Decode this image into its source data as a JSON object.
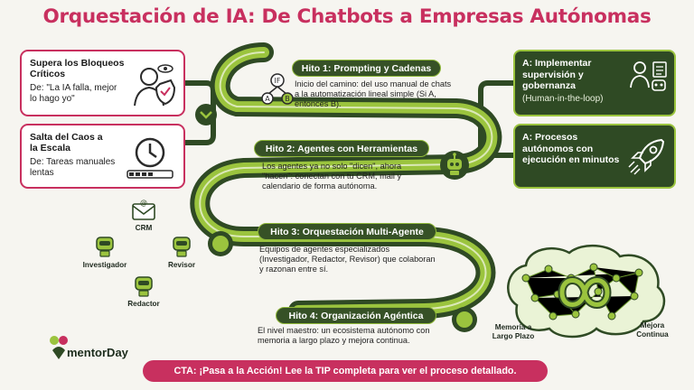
{
  "title": "Orquestación de IA: De Chatbots a Empresas Autónomas",
  "left_cards": [
    {
      "title": "Supera los Bloqueos Críticos",
      "text": "De: \"La IA falla, mejor lo hago yo\""
    },
    {
      "title": "Salta del Caos a la Escala",
      "text": "De: Tareas manuales lentas"
    }
  ],
  "right_cards": [
    {
      "title": "A: Implementar supervisión y gobernanza",
      "subtitle": "(Human-in-the-loop)"
    },
    {
      "title": "A: Procesos autónomos con ejecución en minutos"
    }
  ],
  "milestones": [
    {
      "label": "Hito 1: Prompting y Cadenas",
      "text": "Inicio del camino: del uso manual de chats a la automatización lineal simple (Si A, entonces B)."
    },
    {
      "label": "Hito 2: Agentes con Herramientas",
      "text": "Los agentes ya no solo \"dicen\", ahora \"hacen\": conectan con tu CRM, mail y calendario de forma autónoma."
    },
    {
      "label": "Hito 3: Orquestación Multi-Agente",
      "text": "Equipos de agentes especializados (Investigador, Redactor, Revisor) que colaboran y razonan entre sí."
    },
    {
      "label": "Hito 4: Organización Agéntica",
      "text": "El nivel maestro: un ecosistema autónomo con memoria a largo plazo y mejora continua."
    }
  ],
  "agents": {
    "crm": "CRM",
    "investigador": "Investigador",
    "revisor": "Revisor",
    "redactor": "Redactor"
  },
  "brain": {
    "memory": "Memoria a Largo Plazo",
    "improve": "Mejora Continua"
  },
  "cta": "CTA: ¡Pasa a la Acción! Lee la TIP completa para ver el proceso detallado.",
  "brand": "mentorDay",
  "colors": {
    "accent": "#c8305f",
    "dark_green": "#2f4a24",
    "lime": "#9bc43e"
  },
  "icons": {
    "card1": "frustrated-person-shield-icon",
    "card2": "clock-progress-icon",
    "right1": "person-robot-checklist-icon",
    "right2": "rocket-icon",
    "step1": "if-branch-icon",
    "step2": "robot-icon",
    "brain": "brain-network-infinity-icon"
  }
}
